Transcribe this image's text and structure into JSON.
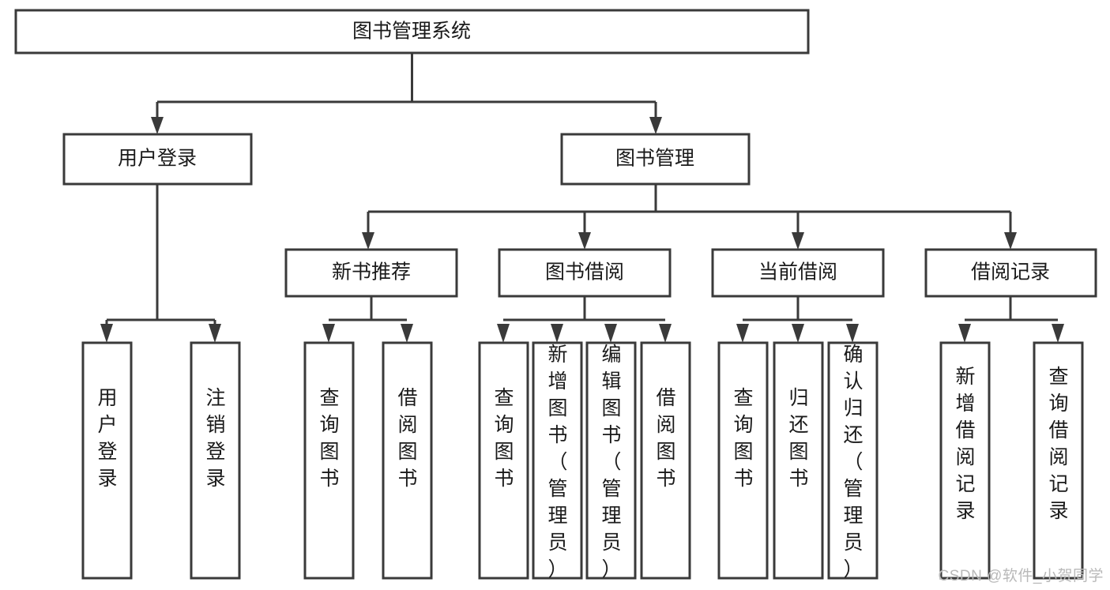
{
  "diagram": {
    "type": "tree-hierarchy",
    "title": "图书管理系统",
    "watermark": "CSDN @软件_小贺同学",
    "colors": {
      "stroke": "#3a3a3a",
      "box_fill": "#ffffff",
      "text": "#1a1a1a",
      "watermark": "#b9b9b9",
      "background": "#ffffff"
    },
    "levels": [
      {
        "level": 1,
        "nodes": [
          {
            "id": "root",
            "label": "图书管理系统",
            "orientation": "horizontal"
          }
        ]
      },
      {
        "level": 2,
        "nodes": [
          {
            "id": "login",
            "label": "用户登录",
            "orientation": "horizontal",
            "parent": "root"
          },
          {
            "id": "bookmgmt",
            "label": "图书管理",
            "orientation": "horizontal",
            "parent": "root"
          }
        ]
      },
      {
        "level": 3,
        "nodes": [
          {
            "id": "newbook",
            "label": "新书推荐",
            "orientation": "horizontal",
            "parent": "bookmgmt"
          },
          {
            "id": "borrow",
            "label": "图书借阅",
            "orientation": "horizontal",
            "parent": "bookmgmt"
          },
          {
            "id": "current",
            "label": "当前借阅",
            "orientation": "horizontal",
            "parent": "bookmgmt"
          },
          {
            "id": "records",
            "label": "借阅记录",
            "orientation": "horizontal",
            "parent": "bookmgmt"
          }
        ]
      },
      {
        "level": 4,
        "nodes": [
          {
            "id": "leaf-1",
            "label": "用户登录",
            "orientation": "vertical",
            "parent": "login"
          },
          {
            "id": "leaf-2",
            "label": "注销登录",
            "orientation": "vertical",
            "parent": "login"
          },
          {
            "id": "leaf-3",
            "label": "查询图书",
            "orientation": "vertical",
            "parent": "newbook"
          },
          {
            "id": "leaf-4",
            "label": "借阅图书",
            "orientation": "vertical",
            "parent": "newbook"
          },
          {
            "id": "leaf-5",
            "label": "查询图书",
            "orientation": "vertical",
            "parent": "borrow"
          },
          {
            "id": "leaf-6",
            "label": "新增图书（管理员）",
            "orientation": "vertical",
            "parent": "borrow"
          },
          {
            "id": "leaf-7",
            "label": "编辑图书（管理员）",
            "orientation": "vertical",
            "parent": "borrow"
          },
          {
            "id": "leaf-8",
            "label": "借阅图书",
            "orientation": "vertical",
            "parent": "borrow"
          },
          {
            "id": "leaf-9",
            "label": "查询图书",
            "orientation": "vertical",
            "parent": "current"
          },
          {
            "id": "leaf-10",
            "label": "归还图书",
            "orientation": "vertical",
            "parent": "current"
          },
          {
            "id": "leaf-11",
            "label": "确认归还（管理员）",
            "orientation": "vertical",
            "parent": "current"
          },
          {
            "id": "leaf-12",
            "label": "新增借阅记录",
            "orientation": "vertical",
            "parent": "records"
          },
          {
            "id": "leaf-13",
            "label": "查询借阅记录",
            "orientation": "vertical",
            "parent": "records"
          }
        ]
      }
    ]
  }
}
